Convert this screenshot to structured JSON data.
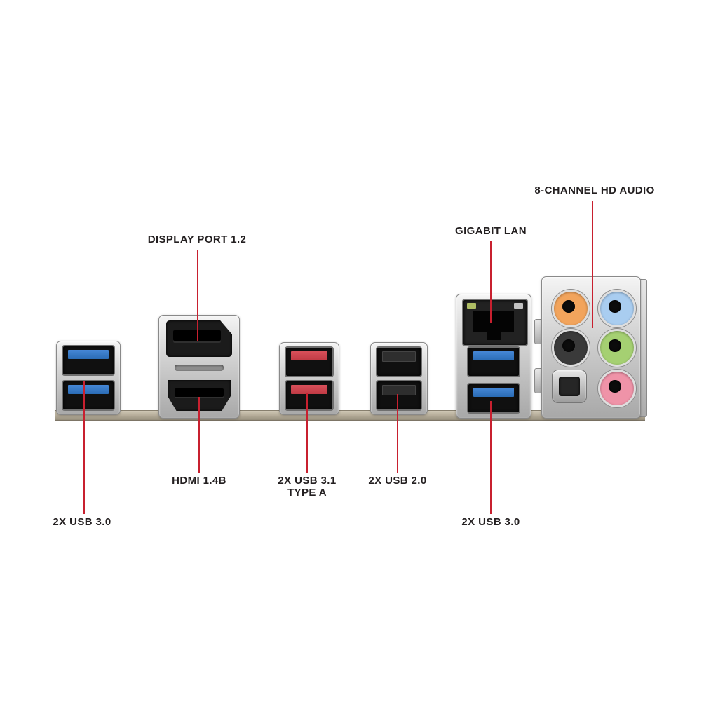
{
  "diagram": {
    "type": "motherboard-rear-io-panel",
    "labels": {
      "hd_audio": "8-CHANNEL HD AUDIO",
      "gigabit_lan": "GIGABIT LAN",
      "display_port": "DISPLAY PORT 1.2",
      "hdmi": "HDMI 1.4B",
      "usb31_line1": "2X USB 3.1",
      "usb31_line2": "TYPE A",
      "usb20": "2X USB 2.0",
      "usb30_right": "2X USB 3.0",
      "usb30_left": "2X USB 3.0"
    },
    "ports": [
      {
        "id": "usb30-left",
        "count": 2,
        "tongue_color": "#2a6cb5"
      },
      {
        "id": "displayport",
        "count": 1
      },
      {
        "id": "hdmi",
        "count": 1
      },
      {
        "id": "usb31-type-a",
        "count": 2,
        "tongue_color": "#c03a44"
      },
      {
        "id": "usb20",
        "count": 2,
        "tongue_color": "#2e2e2e"
      },
      {
        "id": "gigabit-lan",
        "count": 1
      },
      {
        "id": "usb30-right",
        "count": 2,
        "tongue_color": "#2a6cb5"
      },
      {
        "id": "audio-jacks",
        "count": 6,
        "jack_colors": [
          "orange",
          "light-blue",
          "black",
          "green",
          "optical-spdif",
          "pink"
        ]
      }
    ]
  },
  "colors": {
    "leader_line": "#c8202f",
    "label_text": "#231f20",
    "shield_strip": "#b3aa97",
    "usb3_blue": "#2a6cb5",
    "usb31_red": "#c03a44",
    "usb2_black": "#2e2e2e",
    "audio_orange": "#f2a45c",
    "audio_line_in_blue": "#a9cdf0",
    "audio_black": "#3a3a3a",
    "audio_line_out_green": "#a5d072",
    "audio_mic_pink": "#ef93a8"
  }
}
